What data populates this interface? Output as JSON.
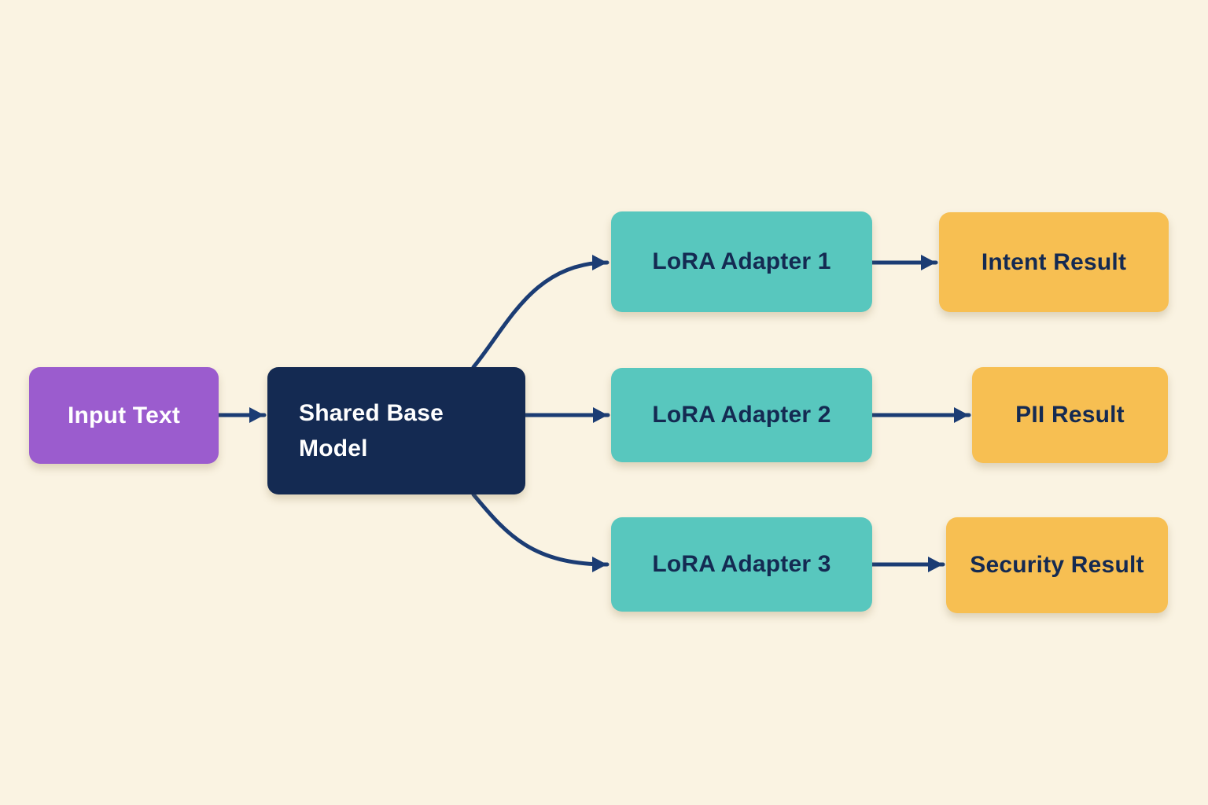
{
  "diagram": {
    "background_color": "#FAF3E2",
    "arrow_color": "#1B3C74",
    "nodes": {
      "input": {
        "label": "Input Text",
        "fill": "#9B5CCE",
        "text_color": "#FFFFFF"
      },
      "base": {
        "label": "Shared Base Model",
        "fill": "#142A52",
        "text_color": "#FFFFFF"
      },
      "adapter1": {
        "label": "LoRA Adapter 1",
        "fill": "#58C7BE",
        "text_color": "#142A52"
      },
      "adapter2": {
        "label": "LoRA Adapter 2",
        "fill": "#58C7BE",
        "text_color": "#142A52"
      },
      "adapter3": {
        "label": "LoRA Adapter 3",
        "fill": "#58C7BE",
        "text_color": "#142A52"
      },
      "result1": {
        "label": "Intent Result",
        "fill": "#F7BF52",
        "text_color": "#142A52"
      },
      "result2": {
        "label": "PII Result",
        "fill": "#F7BF52",
        "text_color": "#142A52"
      },
      "result3": {
        "label": "Security Result",
        "fill": "#F7BF52",
        "text_color": "#142A52"
      }
    },
    "edges": [
      {
        "from": "input",
        "to": "base"
      },
      {
        "from": "base",
        "to": "adapter1"
      },
      {
        "from": "base",
        "to": "adapter2"
      },
      {
        "from": "base",
        "to": "adapter3"
      },
      {
        "from": "adapter1",
        "to": "result1"
      },
      {
        "from": "adapter2",
        "to": "result2"
      },
      {
        "from": "adapter3",
        "to": "result3"
      }
    ]
  }
}
